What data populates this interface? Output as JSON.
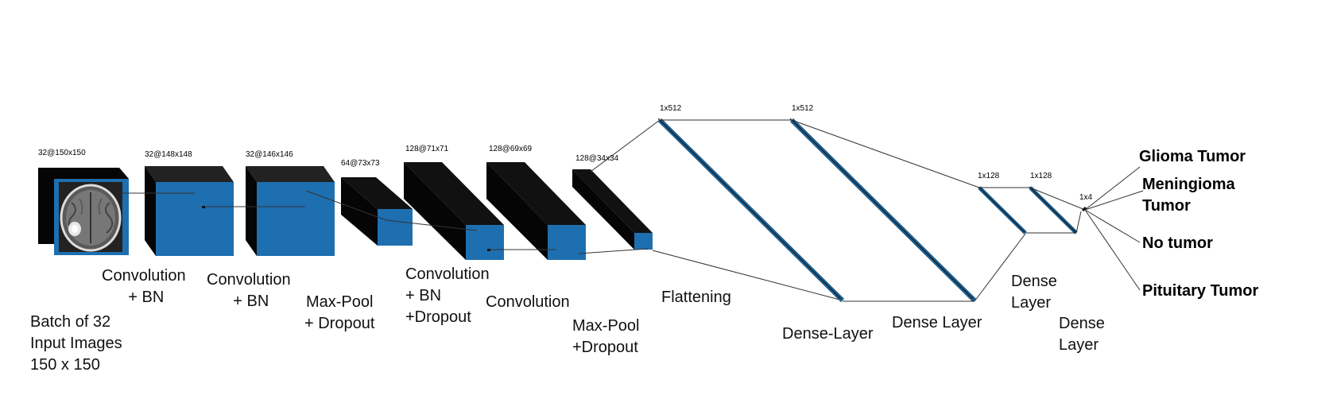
{
  "dims": {
    "input": "32@150x150",
    "conv1": "32@148x148",
    "conv2": "32@146x146",
    "pool1": "64@73x73",
    "conv3": "128@71x71",
    "conv4": "128@69x69",
    "pool2": "128@34x34",
    "flat": "1x512",
    "dense1": "1x512",
    "dense2": "1x128",
    "dense3": "1x128",
    "out": "1x4"
  },
  "labels": {
    "batch": [
      "Batch of 32",
      "Input Images",
      "150 x 150"
    ],
    "conv_bn_1": [
      "Convolution",
      "+ BN"
    ],
    "conv_bn_2": [
      "Convolution",
      "+ BN"
    ],
    "maxpool_1": [
      "Max-Pool",
      "+ Dropout"
    ],
    "conv_bn_drop": [
      "Convolution",
      "+ BN",
      "+Dropout"
    ],
    "conv": [
      "Convolution"
    ],
    "maxpool_2": [
      "Max-Pool",
      "+Dropout"
    ],
    "flattening": [
      "Flattening"
    ],
    "dense_layer_1": [
      "Dense-Layer"
    ],
    "dense_layer_2": [
      "Dense Layer"
    ],
    "dense_layer_3": [
      "Dense",
      "Layer"
    ],
    "dense_layer_4": [
      "Dense",
      "Layer"
    ]
  },
  "classes": {
    "glioma": "Glioma Tumor",
    "meningioma": [
      "Meningioma",
      "Tumor"
    ],
    "no_tumor": "No tumor",
    "pituitary": "Pituitary Tumor"
  },
  "colors": {
    "block_front": "#1e6fb0",
    "block_dark": "#050505",
    "dense_stripe": "#1e5f8f",
    "line": "#333333"
  }
}
